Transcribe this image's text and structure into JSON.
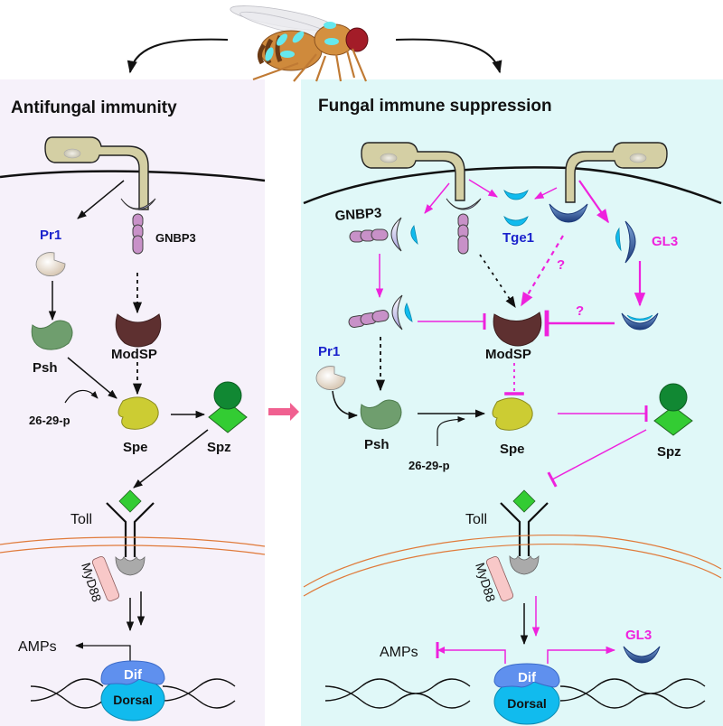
{
  "colors": {
    "left_panel_bg": "#f6f1fa",
    "right_panel_bg": "#e0f8f8",
    "activation_arrow": "#111111",
    "suppression_arrow": "#ee22dd",
    "transition_arrow": "#f06090",
    "blue_label": "#1a22cc",
    "magenta_label": "#ee22dd"
  },
  "top": {
    "organism": "Drosophila fly infected with fungus"
  },
  "left_panel": {
    "title": "Antifungal immunity",
    "labels": {
      "pr1": "Pr1",
      "gnbp3": "GNBP3",
      "psh": "Psh",
      "modsp": "ModSP",
      "peptide": "26-29-p",
      "spe": "Spe",
      "spz": "Spz",
      "toll": "Toll",
      "myd88": "MyD88",
      "amps": "AMPs",
      "dif": "Dif",
      "dorsal": "Dorsal"
    }
  },
  "right_panel": {
    "title": "Fungal immune suppression",
    "labels": {
      "gnbp3": "GNBP3",
      "tge1": "Tge1",
      "gl3": "GL3",
      "unknown1": "?",
      "unknown2": "?",
      "modsp": "ModSP",
      "pr1": "Pr1",
      "psh": "Psh",
      "peptide": "26-29-p",
      "spe": "Spe",
      "spz": "Spz",
      "toll": "Toll",
      "myd88": "MyD88",
      "amps": "AMPs",
      "dif": "Dif",
      "dorsal": "Dorsal",
      "gl3_output": "GL3"
    }
  }
}
